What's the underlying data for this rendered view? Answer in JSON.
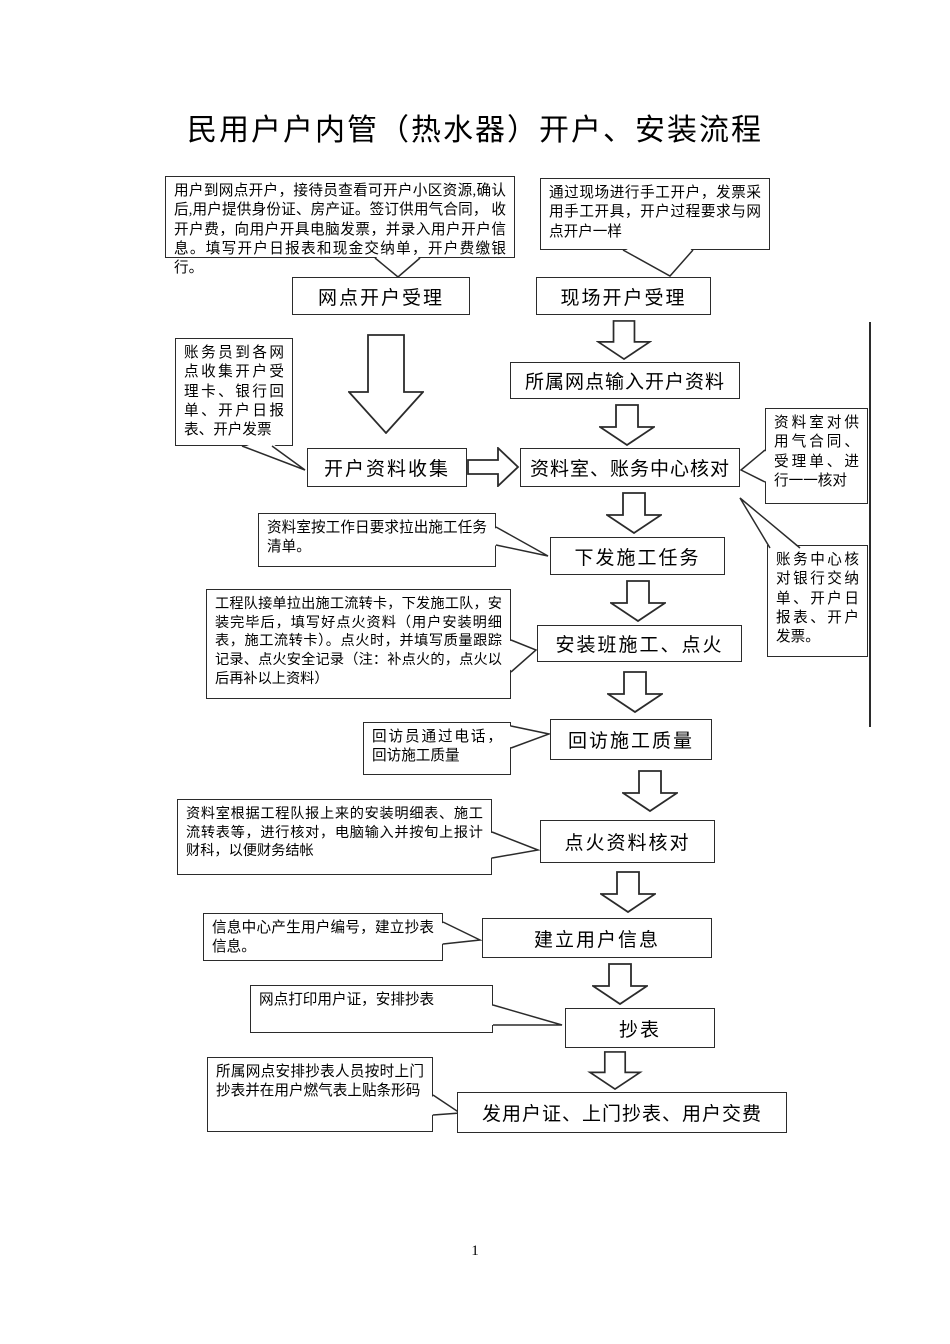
{
  "page": {
    "title": "民用户户内管（热水器）开户、安装流程",
    "page_number": "1"
  },
  "colors": {
    "background": "#ffffff",
    "line": "#2b2b2b",
    "text": "#000000"
  },
  "icons": {
    "flow_arrow_down": "hollow block arrow pointing down",
    "flow_arrow_down_big": "large hollow block arrow pointing down",
    "flow_arrow_right": "hollow block arrow pointing right",
    "callout_tail": "speech-bubble pointer wedge"
  },
  "boxes": {
    "branch_open": "网点开户受理",
    "site_open": "现场开户受理",
    "input_data": "所属网点输入开户资料",
    "collect_data": "开户资料收集",
    "verify": "资料室、账务中心核对",
    "issue_task": "下发施工任务",
    "install": "安装班施工、点火",
    "revisit": "回访施工质量",
    "ignition_check": "点火资料核对",
    "create_user": "建立用户信息",
    "meter_reading": "抄表",
    "issue_cert": "发用户证、上门抄表、用户交费"
  },
  "callouts": {
    "branch_note": "用户到网点开户，接待员查看可开户小区资源,确认后,用户提供身份证、房产证。签订供用气合同， 收开户费，向用户开具电脑发票，并录入用户开户信息。填写开户日报表和现金交纳单，开户费缴银行。",
    "site_note": "通过现场进行手工开户，发票采用手工开具，开户过程要求与网点开户一样",
    "collect_note": "账务员到各网点收集开户受理卡、银行回单、开户日报表、开户发票",
    "dataroom_verify_note": "资料室对供用气合同、受理单、进行一一核对",
    "task_note": "资料室按工作日要求拉出施工任务清单。",
    "account_verify_note": "账务中心核对银行交纳单、开户日报表、开户发票。",
    "install_note": "工程队接单拉出施工流转卡，下发施工队，安装完毕后，填写好点火资料（用户安装明细表，施工流转卡）。点火时，并填写质量跟踪记录、点火安全记录（注：补点火的，点火以后再补以上资料）",
    "revisit_note": "回访员通过电话，回访施工质量",
    "ignition_note": "资料室根据工程队报上来的安装明细表、施工流转表等，进行核对，电脑输入并按旬上报计财科，以便财务结帐",
    "userinfo_note": "信息中心产生用户编号，建立抄表信息。",
    "print_note": "网点打印用户证，安排抄表",
    "meter_note": "所属网点安排抄表人员按时上门抄表并在用户燃气表上贴条形码"
  }
}
